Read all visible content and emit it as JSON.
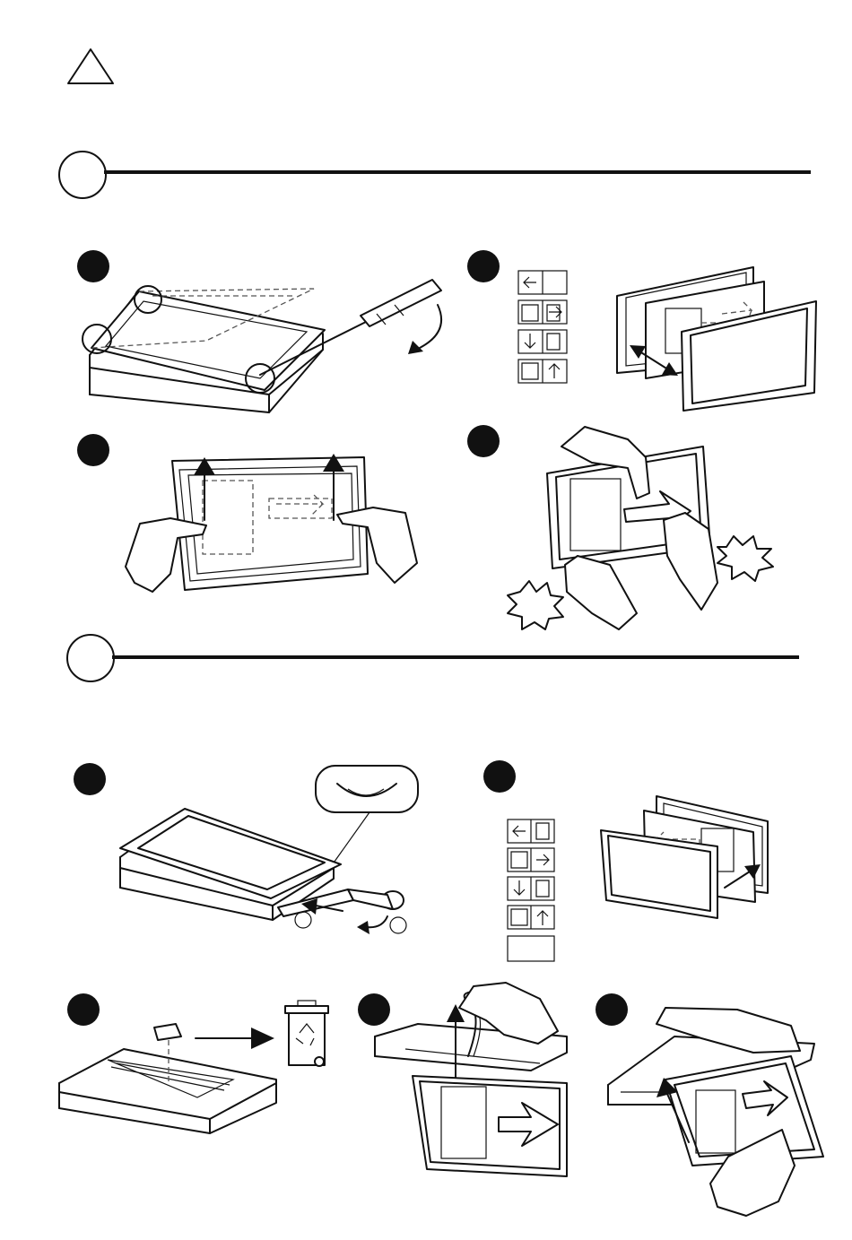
{
  "warning": {
    "icon": "warning-triangle-icon"
  },
  "sections": [
    {
      "id": "section-1",
      "icon": "section-circle-icon"
    },
    {
      "id": "section-2",
      "icon": "section-circle-icon"
    }
  ],
  "steps": {
    "s1a": "step-badge",
    "s1b": "step-badge",
    "s1c": "step-badge",
    "s1d": "step-badge",
    "s2a": "step-badge",
    "s2b": "step-badge",
    "s2c": "step-badge",
    "s2d": "step-badge",
    "s2e": "step-badge"
  },
  "colors": {
    "ink": "#111111",
    "paper": "#ffffff",
    "dashed": "#555555"
  }
}
